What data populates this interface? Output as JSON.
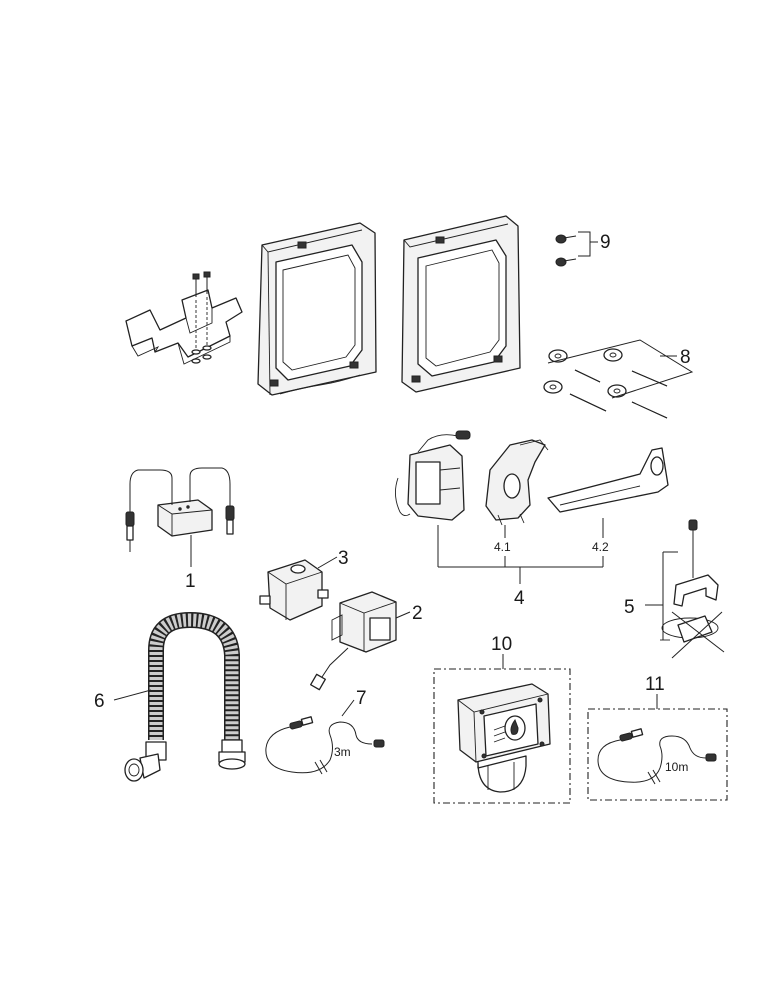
{
  "labels": {
    "p1": "1",
    "p2": "2",
    "p3": "3",
    "p4": "4",
    "p4_1": "4.1",
    "p4_2": "4.2",
    "p5": "5",
    "p6": "6",
    "p7": "7",
    "p8": "8",
    "p9": "9",
    "p10": "10",
    "p11": "11"
  },
  "cable_lengths": {
    "cable_3m": "3m",
    "cable_10m": "10m"
  },
  "icons": {
    "mounting_frame": "mounting-frame-icon",
    "bracket": "mounting-bracket-icon",
    "screws": "screw-icon",
    "junction_box": "junction-box-icon",
    "transformer": "transformer-icon",
    "hose": "braided-hose-icon",
    "valve": "solenoid-valve-icon",
    "power_supply": "power-supply-icon"
  }
}
